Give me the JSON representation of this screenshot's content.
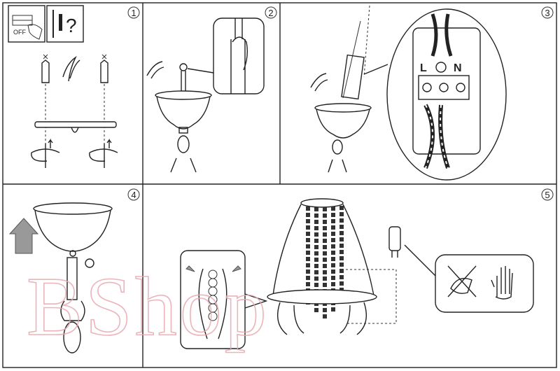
{
  "panels": [
    {
      "number": "1",
      "off_label": "OFF",
      "question_mark": "?"
    },
    {
      "number": "2"
    },
    {
      "number": "3",
      "terminal_live": "L",
      "terminal_neutral": "N"
    },
    {
      "number": "4"
    },
    {
      "number": "5"
    }
  ],
  "watermark": "BShop",
  "colors": {
    "line": "#222222",
    "arrow_gray": "#999999",
    "watermark": "#e8a8b0"
  }
}
